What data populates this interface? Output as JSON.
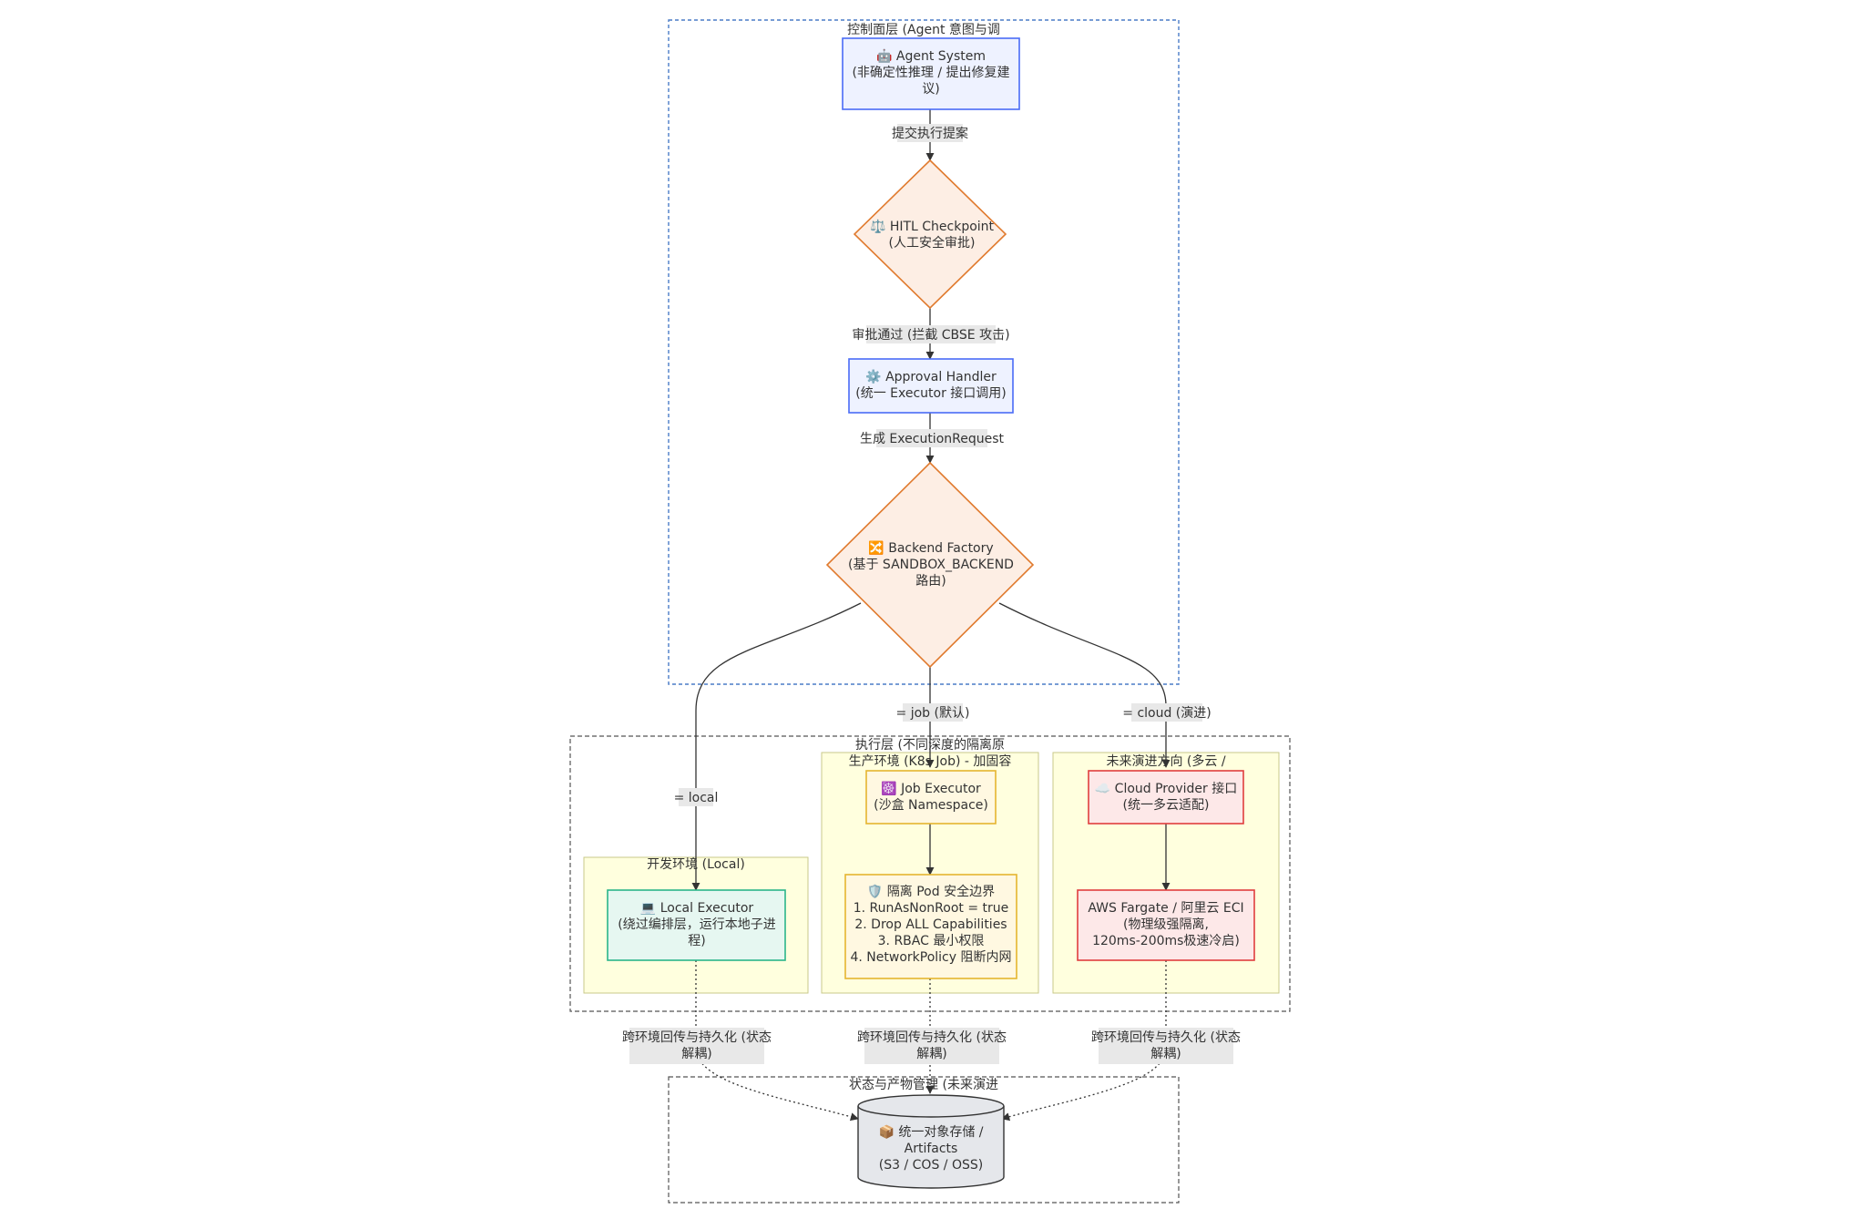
{
  "groups": {
    "control": "控制面层 (Agent 意图与调",
    "execution": "执行层 (不同深度的隔离原",
    "prod": "生产环境 (K8s Job) - 加固容",
    "future": "未来演进方向 (多云 /",
    "dev": "开发环境 (Local)",
    "state": "状态与产物管理 (未来演进"
  },
  "nodes": {
    "agent": [
      "🤖 Agent System",
      "(非确定性推理 / 提出修复建",
      "议)"
    ],
    "hitl": [
      "⚖️ HITL Checkpoint",
      "(人工安全审批)"
    ],
    "approval": [
      "⚙️ Approval Handler",
      "(统一 Executor 接口调用)"
    ],
    "factory": [
      "🔀 Backend Factory",
      "(基于 SANDBOX_BACKEND",
      "路由)"
    ],
    "job": [
      "☸️ Job Executor",
      "(沙盒 Namespace)"
    ],
    "pod": [
      "🛡️ 隔离 Pod 安全边界",
      "1. RunAsNonRoot = true",
      "2. Drop ALL Capabilities",
      "3. RBAC 最小权限",
      "4. NetworkPolicy 阻断内网"
    ],
    "cloud": [
      "☁️ Cloud Provider 接口",
      "(统一多云适配)"
    ],
    "aws": [
      "AWS Fargate / 阿里云 ECI",
      "(物理级强隔离,",
      "120ms-200ms极速冷启)"
    ],
    "local": [
      "💻 Local Executor",
      "(绕过编排层，运行本地子进",
      "程)"
    ],
    "storage": [
      "📦 统一对象存储 /",
      "Artifacts",
      "(S3 / COS / OSS)"
    ]
  },
  "edges": {
    "submit": "提交执行提案",
    "approved": "审批通过 (拦截 CBSE 攻击)",
    "generate": "生成 ExecutionRequest",
    "job_default": "= job (默认)",
    "cloud_evolve": "= cloud (演进)",
    "local": "= local",
    "persist_1": [
      "跨环境回传与持久化 (状态",
      "解耦)"
    ],
    "persist_2": [
      "跨环境回传与持久化 (状态",
      "解耦)"
    ],
    "persist_3": [
      "跨环境回传与持久化 (状态",
      "解耦)"
    ]
  },
  "colors": {
    "blue_fill": "#EEF2FF",
    "blue_stroke": "#4A6CF7",
    "orange_fill": "#FDEEE4",
    "orange_stroke": "#E07A2E",
    "yellow_group": "#FFFFDE",
    "yellow_group_stroke": "#C9C98A",
    "job_fill": "#FFF8E1",
    "job_stroke": "#E5B530",
    "red_fill": "#FDE8E8",
    "red_stroke": "#E03E3E",
    "green_fill": "#E6F7F1",
    "green_stroke": "#2BB58A",
    "storage_fill": "#E5E7EB"
  }
}
